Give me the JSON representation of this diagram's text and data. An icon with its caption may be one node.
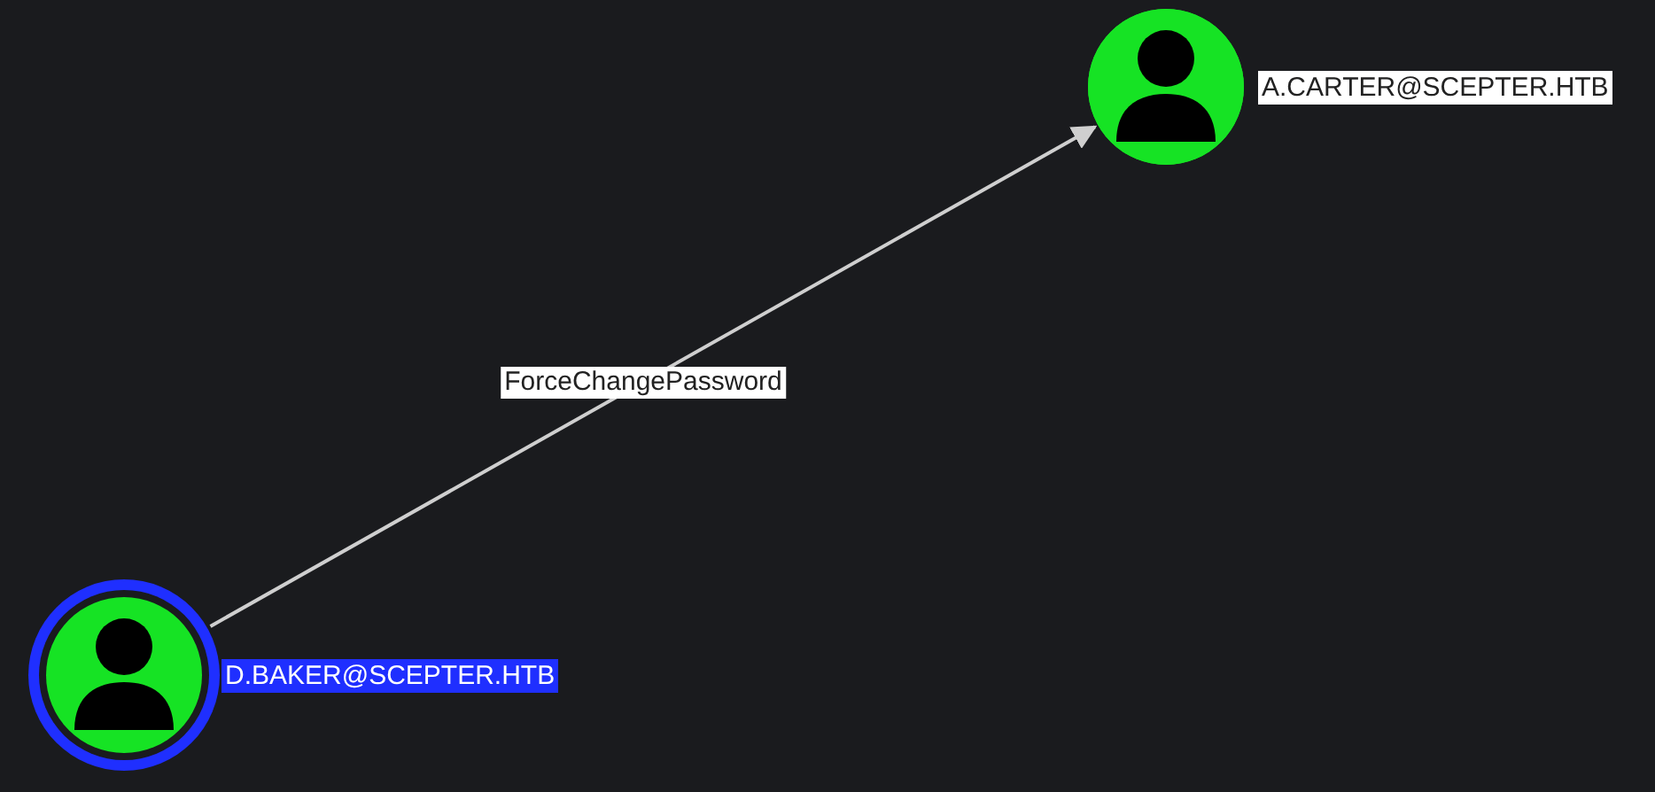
{
  "diagram": {
    "nodes": [
      {
        "text": [],
        "shape": "circle",
        "beside": [
          "A.CARTER@SCEPTER.HTB"
        ]
      },
      {
        "text": [],
        "shape": "circle",
        "beside": [
          "D.BAKER@SCEPTER.HTB"
        ]
      }
    ],
    "edges": [
      {
        "from": 1,
        "to": 0,
        "arrow": "to",
        "label": "ForceChangePassword"
      }
    ]
  }
}
